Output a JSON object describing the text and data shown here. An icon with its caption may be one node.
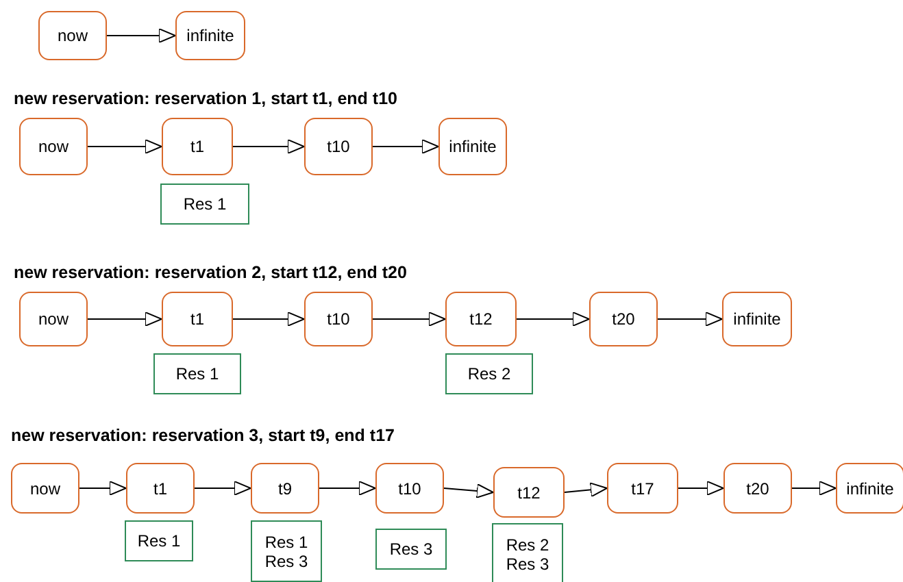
{
  "diagram": {
    "nodes": [
      {
        "text": [
          "now"
        ]
      },
      {
        "text": [
          "infinite"
        ]
      },
      {
        "text": [
          "now"
        ]
      },
      {
        "text": [
          "t1"
        ]
      },
      {
        "text": [
          "t10"
        ]
      },
      {
        "text": [
          "infinite"
        ]
      },
      {
        "text": [
          "Res 1"
        ]
      },
      {
        "text": [
          "now"
        ]
      },
      {
        "text": [
          "t1"
        ]
      },
      {
        "text": [
          "t10"
        ]
      },
      {
        "text": [
          "t12"
        ]
      },
      {
        "text": [
          "t20"
        ]
      },
      {
        "text": [
          "infinite"
        ]
      },
      {
        "text": [
          "Res 1"
        ]
      },
      {
        "text": [
          "Res 2"
        ]
      },
      {
        "text": [
          "now"
        ]
      },
      {
        "text": [
          "t1"
        ]
      },
      {
        "text": [
          "t9"
        ]
      },
      {
        "text": [
          "t10"
        ]
      },
      {
        "text": [
          "t12"
        ]
      },
      {
        "text": [
          "t17"
        ]
      },
      {
        "text": [
          "t20"
        ]
      },
      {
        "text": [
          "infinite"
        ]
      },
      {
        "text": [
          "Res 1"
        ]
      },
      {
        "text": [
          "Res 1",
          "Res 3"
        ]
      },
      {
        "text": [
          "Res 3"
        ]
      },
      {
        "text": [
          "Res 2",
          "Res 3"
        ]
      }
    ],
    "edges": [
      {
        "from": 0,
        "to": 1,
        "arrow": "to"
      },
      {
        "from": 2,
        "to": 3,
        "arrow": "to"
      },
      {
        "from": 3,
        "to": 4,
        "arrow": "to"
      },
      {
        "from": 4,
        "to": 5,
        "arrow": "to"
      },
      {
        "from": 7,
        "to": 8,
        "arrow": "to"
      },
      {
        "from": 8,
        "to": 9,
        "arrow": "to"
      },
      {
        "from": 9,
        "to": 10,
        "arrow": "to"
      },
      {
        "from": 10,
        "to": 11,
        "arrow": "to"
      },
      {
        "from": 11,
        "to": 12,
        "arrow": "to"
      },
      {
        "from": 15,
        "to": 16,
        "arrow": "to"
      },
      {
        "from": 16,
        "to": 17,
        "arrow": "to"
      },
      {
        "from": 17,
        "to": 18,
        "arrow": "to"
      },
      {
        "from": 18,
        "to": 19,
        "arrow": "to"
      },
      {
        "from": 19,
        "to": 20,
        "arrow": "to"
      },
      {
        "from": 20,
        "to": 21,
        "arrow": "to"
      },
      {
        "from": 21,
        "to": 22,
        "arrow": "to"
      }
    ],
    "labels": [
      "new reservation: reservation 1, start t1, end t10",
      "new reservation: reservation 2, start t12, end t20",
      "new reservation: reservation 3, start t9, end t17"
    ]
  }
}
